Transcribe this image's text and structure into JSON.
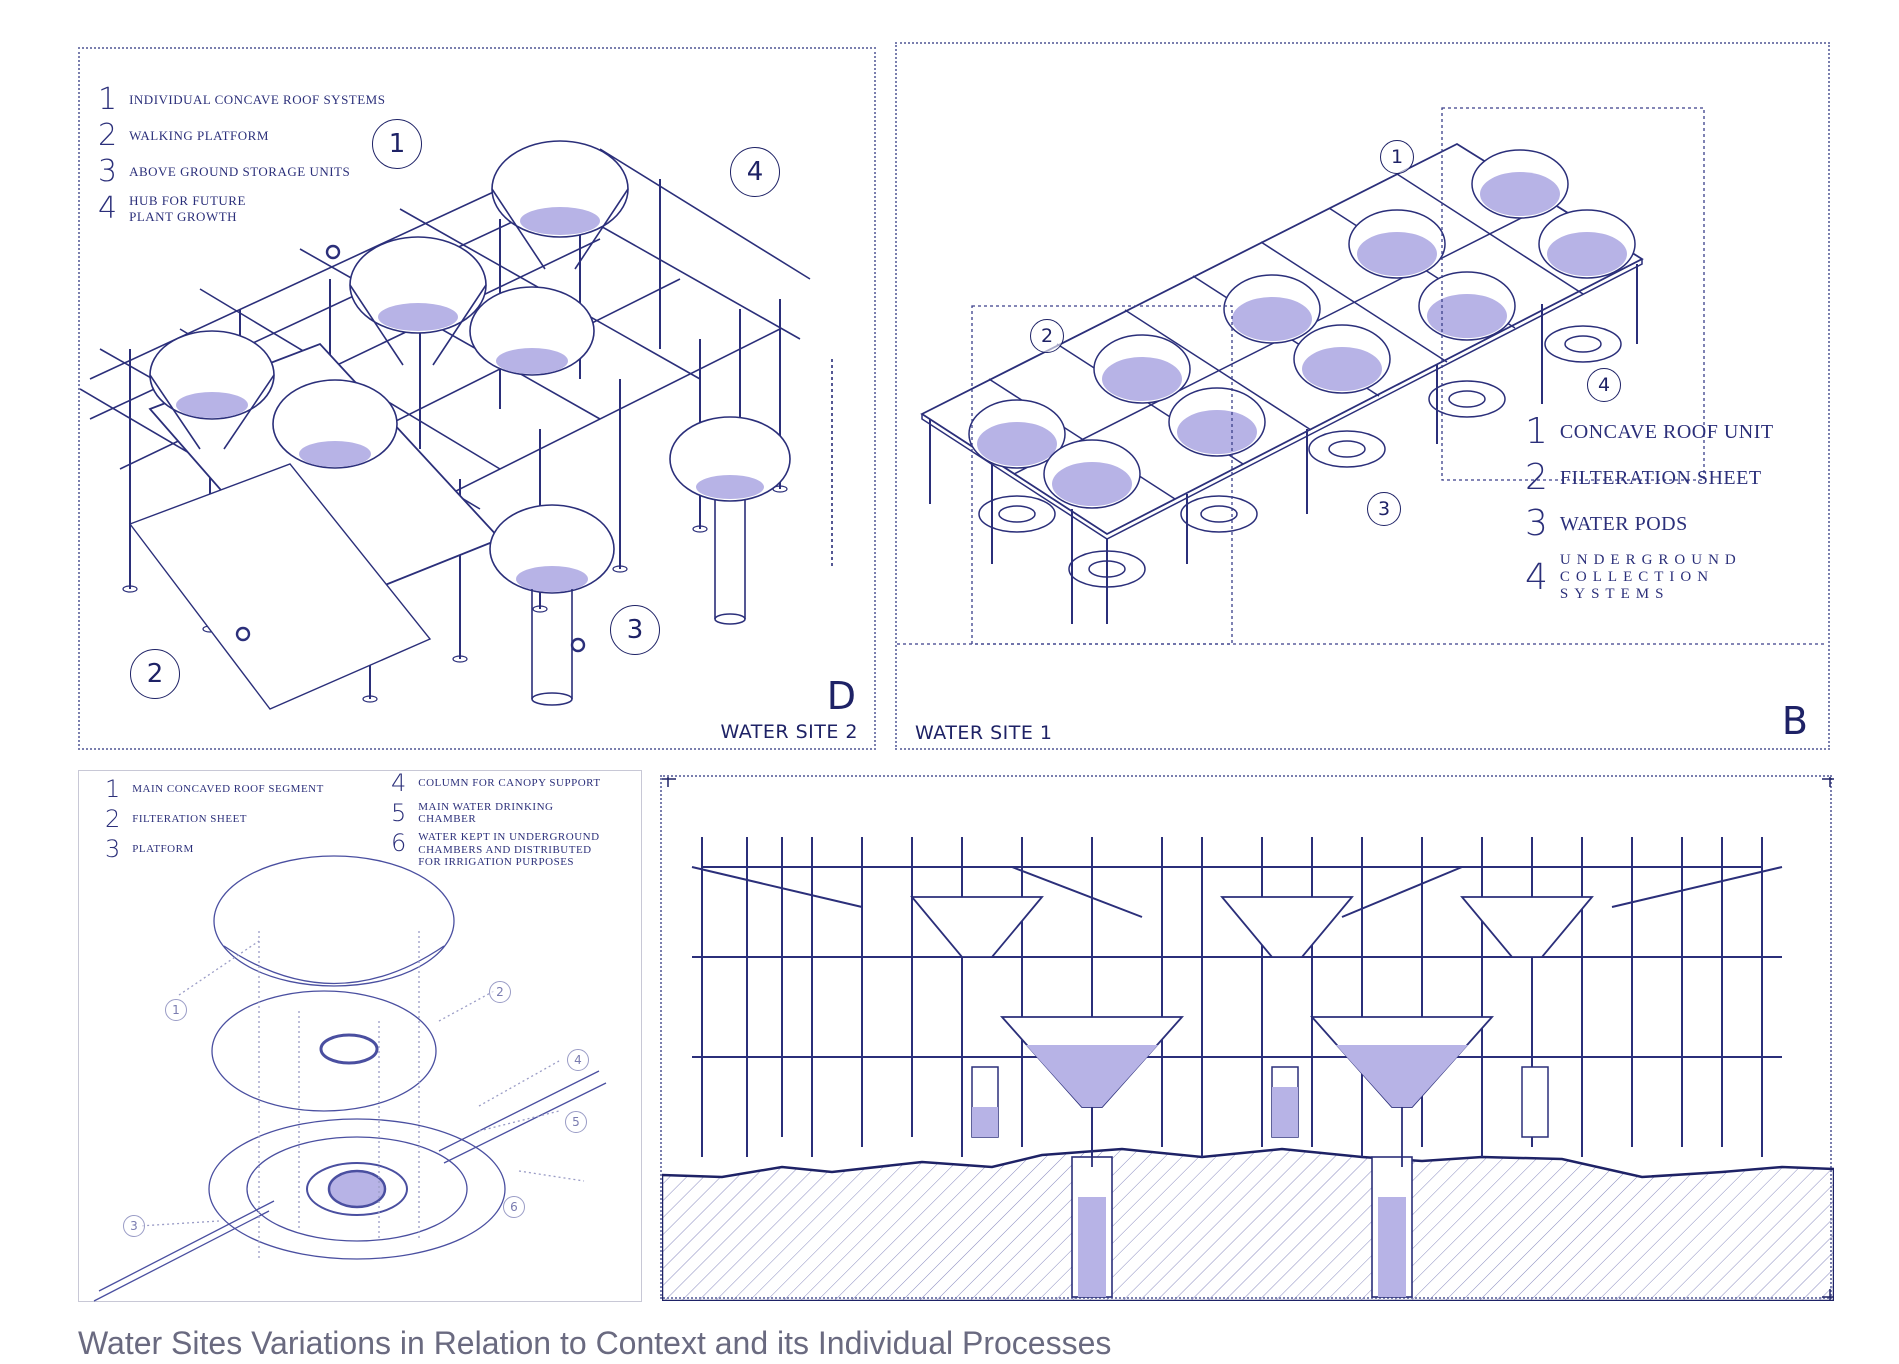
{
  "caption": "Water Sites Variations in Relation to Context and its Individual Processes",
  "colors": {
    "ink": "#1e2266",
    "line": "#2b2f7a",
    "water": "#b7b3e6",
    "hatch": "#8a8cc0"
  },
  "panel_d": {
    "site_label": "WATER SITE 2",
    "letter": "D",
    "legend": [
      {
        "num": "1",
        "text": "INDIVIDUAL CONCAVE ROOF SYSTEMS"
      },
      {
        "num": "2",
        "text": "WALKING PLATFORM"
      },
      {
        "num": "3",
        "text": "ABOVE GROUND STORAGE UNITS"
      },
      {
        "num": "4",
        "text": "HUB FOR FUTURE PLANT GROWTH"
      }
    ],
    "callouts": [
      "1",
      "2",
      "3",
      "4"
    ]
  },
  "panel_b": {
    "site_label": "WATER SITE 1",
    "letter": "B",
    "legend": [
      {
        "num": "1",
        "text": "CONCAVE ROOF UNIT"
      },
      {
        "num": "2",
        "text": "FILTERATION SHEET"
      },
      {
        "num": "3",
        "text": "WATER PODS"
      },
      {
        "num": "4",
        "text": "UNDERGROUND COLLECTION SYSTEMS"
      }
    ],
    "callouts": [
      "1",
      "2",
      "3",
      "4"
    ]
  },
  "panel_exploded": {
    "legend_left": [
      {
        "num": "1",
        "text": "MAIN CONCAVED ROOF SEGMENT"
      },
      {
        "num": "2",
        "text": "FILTERATION SHEET"
      },
      {
        "num": "3",
        "text": "PLATFORM"
      }
    ],
    "legend_right": [
      {
        "num": "4",
        "text": "COLUMN FOR CANOPY SUPPORT"
      },
      {
        "num": "5",
        "text": "MAIN WATER DRINKING CHAMBER"
      },
      {
        "num": "6",
        "text": "WATER KEPT IN UNDERGROUND CHAMBERS AND DISTRIBUTED FOR IRRIGATION PURPOSES"
      }
    ],
    "callouts": [
      "1",
      "2",
      "3",
      "4",
      "5",
      "6"
    ]
  }
}
